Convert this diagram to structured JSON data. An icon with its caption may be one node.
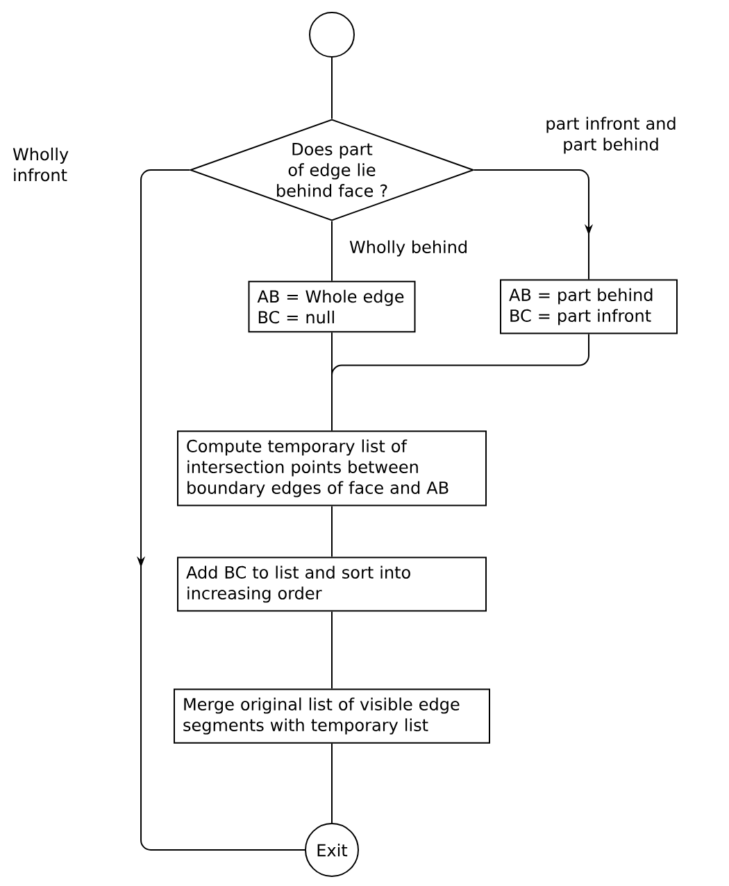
{
  "diagram": {
    "nodes": [
      {
        "text": [],
        "shape": "circle"
      },
      {
        "text": [
          "Does part of edge lie behind face ?"
        ]
      },
      {
        "text": [
          "AB = Whole edge BC = null"
        ]
      },
      {
        "text": [
          "AB = part behind BC = part infront"
        ]
      },
      {
        "text": [
          "Compute temporary list of intersection points between boundary edges of face and AB"
        ]
      },
      {
        "text": [
          "Add BC to list and sort into increasing order"
        ]
      },
      {
        "text": [
          "Merge original list of visible edge segments with temporary list"
        ]
      },
      {
        "text": [
          "Exit"
        ]
      }
    ],
    "edges": [
      {
        "from": 0,
        "to": 1,
        "arrow": "none"
      },
      {
        "from": 1,
        "to": 2,
        "arrow": "none",
        "label": "Wholly behind"
      },
      {
        "from": 1,
        "to": 3,
        "arrow": "to",
        "label": "part infront and part behind"
      },
      {
        "from": 1,
        "to": 7,
        "arrow": "to",
        "label": "Wholly infront"
      },
      {
        "from": 2,
        "to": 4,
        "arrow": "none"
      },
      {
        "from": 3,
        "to": 4,
        "arrow": "none"
      },
      {
        "from": 4,
        "to": 5,
        "arrow": "none"
      },
      {
        "from": 5,
        "to": 6,
        "arrow": "none"
      },
      {
        "from": 6,
        "to": 7,
        "arrow": "none"
      }
    ]
  }
}
